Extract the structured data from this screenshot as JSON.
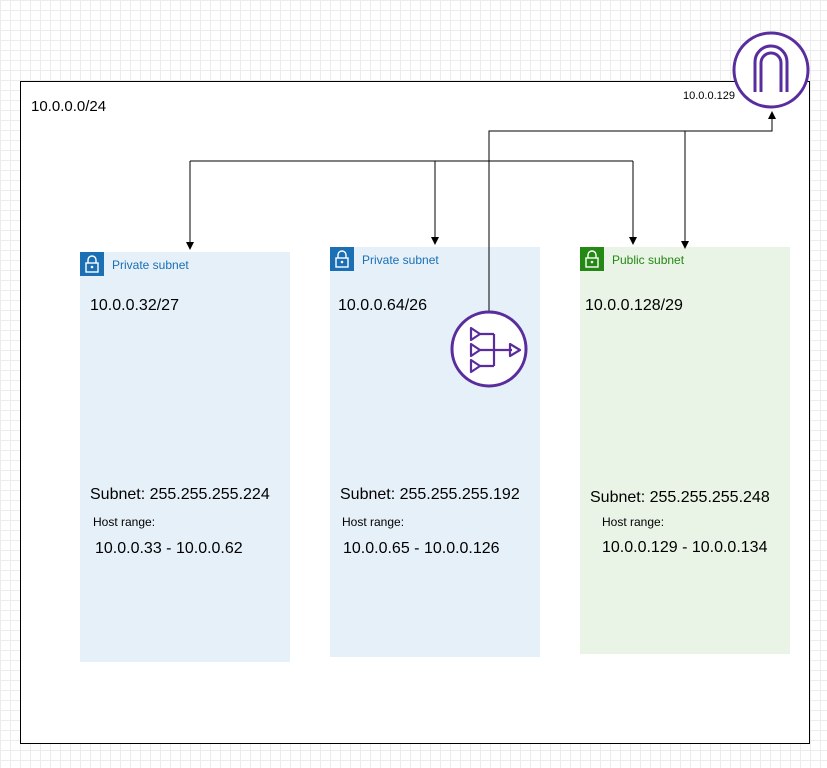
{
  "vpc": {
    "cidr": "10.0.0.0/24"
  },
  "igw": {
    "ip": "10.0.0.129",
    "icon": "internet-gateway-icon",
    "color": "#5a2d9e"
  },
  "nat": {
    "icon": "nat-gateway-icon",
    "color": "#5a2d9e"
  },
  "subnets": [
    {
      "type": "Private subnet",
      "cidr": "10.0.0.32/27",
      "mask": "Subnet: 255.255.255.224",
      "host_range_label": "Host range:",
      "host_range": "10.0.0.33 - 10.0.0.62"
    },
    {
      "type": "Private subnet",
      "cidr": "10.0.0.64/26",
      "mask": "Subnet: 255.255.255.192",
      "host_range_label": "Host range:",
      "host_range": "10.0.0.65 - 10.0.0.126"
    },
    {
      "type": "Public subnet",
      "cidr": "10.0.0.128/29",
      "mask": "Subnet: 255.255.255.248",
      "host_range_label": "Host range:",
      "host_range": "10.0.0.129 - 10.0.0.134"
    }
  ],
  "colors": {
    "private": "#1a6fb5",
    "public": "#248814",
    "private_fill": "#e6f0f8",
    "public_fill": "#e9f3e6"
  }
}
